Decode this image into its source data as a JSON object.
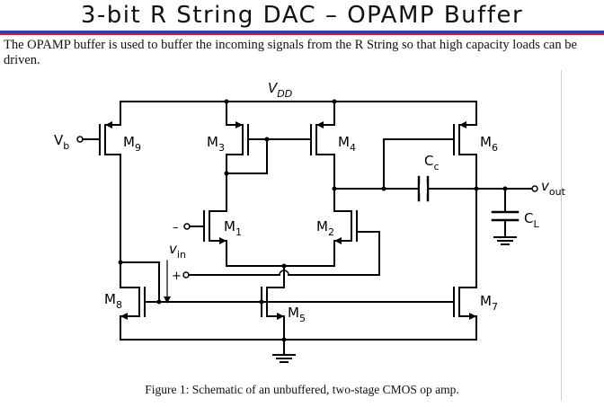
{
  "slide": {
    "title": "3-bit R String DAC – OPAMP Buffer",
    "description": "The OPAMP buffer is used to buffer the incoming signals from the R String so that high capacity loads can be driven."
  },
  "schematic": {
    "vdd_base": "V",
    "vdd_sub": "DD",
    "vb_base": "V",
    "vb_sub": "b",
    "vin_base": "v",
    "vin_sub": "in",
    "vout_base": "v",
    "vout_sub": "out",
    "cc_base": "C",
    "cc_sub": "c",
    "cl_base": "C",
    "cl_sub": "L",
    "plus_sign": "+",
    "minus_sign": "–",
    "transistors": [
      {
        "base": "M",
        "sub": "9"
      },
      {
        "base": "M",
        "sub": "3"
      },
      {
        "base": "M",
        "sub": "4"
      },
      {
        "base": "M",
        "sub": "6"
      },
      {
        "base": "M",
        "sub": "1"
      },
      {
        "base": "M",
        "sub": "2"
      },
      {
        "base": "M",
        "sub": "8"
      },
      {
        "base": "M",
        "sub": "5"
      },
      {
        "base": "M",
        "sub": "7"
      }
    ]
  },
  "figure": {
    "caption": "Figure 1: Schematic of an unbuffered, two-stage CMOS op amp."
  }
}
